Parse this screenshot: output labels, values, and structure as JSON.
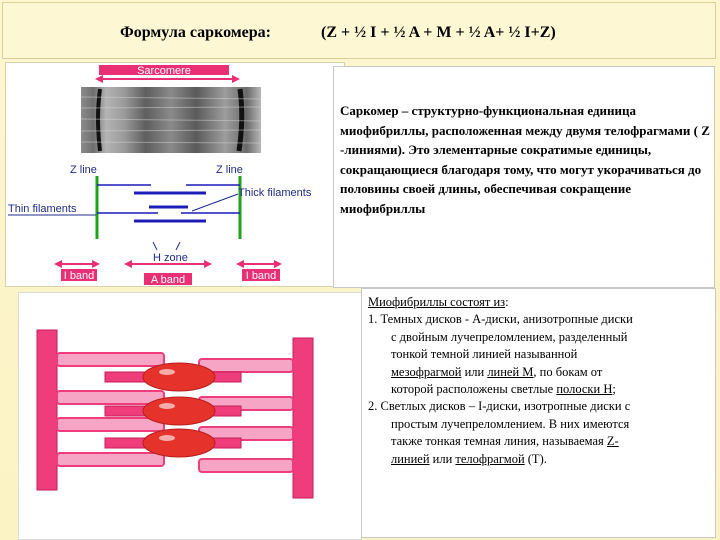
{
  "title": {
    "label": "Формула саркомера:",
    "formula": "(Z + ½ I + ½ A + M + ½ A+ ½ I+Z)"
  },
  "sarcomere_diagram": {
    "sarcomere": "Sarcomere",
    "z_line_left": "Z line",
    "z_line_right": "Z line",
    "thick_filaments": "Thick filaments",
    "thin_filaments": "Thin filaments",
    "h_zone": "H zone",
    "i_band_left": "I band",
    "a_band": "A band",
    "i_band_right": "I band",
    "colors": {
      "arrow": "#ea2f74",
      "z_line": "#20a21b",
      "thick": "#1c1cb8",
      "thin": "#1c1cb8"
    }
  },
  "definition": {
    "text": "Саркомер – структурно-функциональная единица миофибриллы, расположенная между двумя телофрагмами ( Z -линиями). Это элементарные сократимые единицы, сокращающиеся благодаря тому, что могут укорачиваться до половины своей длины, обеспечивая сокращение миофибриллы"
  },
  "myofibrils": {
    "heading": "Миофибриллы состоят из",
    "heading_colon": ":",
    "item1": {
      "lead": "1. Темных дисков - А-диски, анизотропные диски",
      "line2": "с двойным лучепреломлением, разделенный",
      "line3": "тонкой темной линией называнной",
      "mesophragm": "мезофрагмой",
      "or": " или ",
      "line_m": "линей М",
      "line4_rest": ", по бокам от",
      "line5_pre": "которой расположены светлые ",
      "h_stripes": "полоски Н",
      "line5_end": ";"
    },
    "item2": {
      "lead": "2. Светлых дисков – I-диски, изотропные диски с",
      "line2": "простым лучепреломлением. В них имеются",
      "line3_pre": "также тонкая темная линия, называемая ",
      "z_line_a": "Z-",
      "z_line_b": "линией",
      "or": " или ",
      "telophragm": "телофрагмой",
      "end": " (Т)."
    }
  },
  "model_colors": {
    "pink": "#ef3d7c",
    "pink_light": "#f6a6c4",
    "red_oval": "#e5322b",
    "outline": "#c41e56"
  }
}
